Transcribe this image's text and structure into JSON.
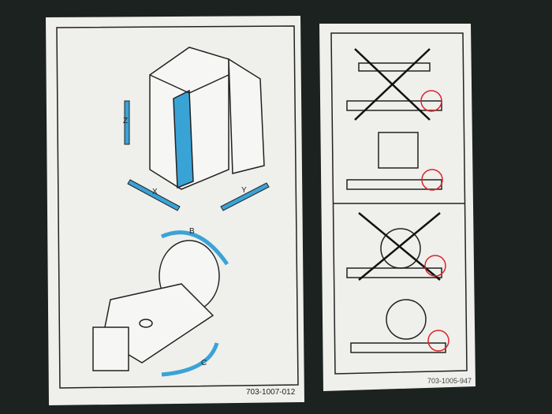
{
  "left_label": {
    "axes": {
      "z": "Z",
      "x": "X",
      "y": "Y",
      "b": "B",
      "c": "C"
    },
    "part_number": "703-1007-012"
  },
  "right_label": {
    "part_number": "703-1005-947"
  },
  "colors": {
    "accent": "#3aa3d6",
    "warning": "#d8252b",
    "label_bg": "#efefec",
    "background": "#1c2220"
  }
}
